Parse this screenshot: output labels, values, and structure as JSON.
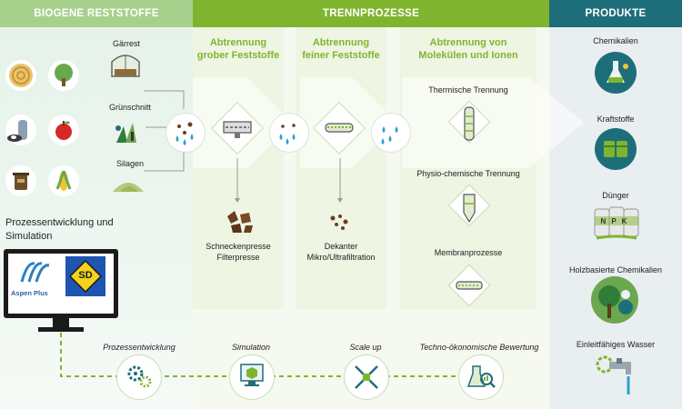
{
  "headers": {
    "biogen": "BIOGENE RESTSTOFFE",
    "trenn": "TRENNPROZESSE",
    "produkte": "PRODUKTE"
  },
  "colors": {
    "header_left": "#a8d08d",
    "header_mid": "#7fb52e",
    "header_right": "#1e6e7a",
    "accent_green": "#7fb52e",
    "teal": "#1e6e7a"
  },
  "inputs": {
    "gaerrest": "Gärrest",
    "gruenschnitt": "Grünschnitt",
    "silagen": "Silagen"
  },
  "stages": {
    "grob": "Abtrennung\ngrober Feststoffe",
    "fein": "Abtrennung\nfeiner Feststoffe",
    "molekuele": "Abtrennung von\nMolekülen und Ionen"
  },
  "grob_out": "Schneckenpresse\nFilterpresse",
  "fein_out": "Dekanter\nMikro/Ultrafiltration",
  "molecule_steps": {
    "thermisch": "Thermische Trennung",
    "physio": "Physio-chemische Trennung",
    "membran": "Membranprozesse"
  },
  "sim": {
    "title": "Prozessentwicklung und\nSimulation",
    "aspen": "Aspen Plus",
    "sd": "SD"
  },
  "products": {
    "chemikalien": "Chemikalien",
    "kraftstoffe": "Kraftstoffe",
    "duenger": "Dünger",
    "holz": "Holzbasierte Chemikalien",
    "wasser": "Einleitfähiges Wasser"
  },
  "bottom": {
    "prozess": "Prozessentwicklung",
    "simulation": "Simulation",
    "scaleup": "Scale up",
    "techno": "Techno-ökonomische Bewertung"
  },
  "npk": "NPK",
  "icons": [
    "hay-icon",
    "tree-icon",
    "silo-icon",
    "apple-icon",
    "bin-icon",
    "corn-icon",
    "greenhouse-icon",
    "clippings-icon",
    "pile-icon",
    "drops-icon",
    "press-icon",
    "decanter-icon",
    "column-icon",
    "reactor-icon",
    "membrane-icon",
    "flask-icon",
    "barrels-icon",
    "fertilizer-icon",
    "wood-icon",
    "water-icon",
    "gear-icon",
    "cube-icon",
    "scale-icon",
    "analysis-icon",
    "monitor-icon"
  ]
}
